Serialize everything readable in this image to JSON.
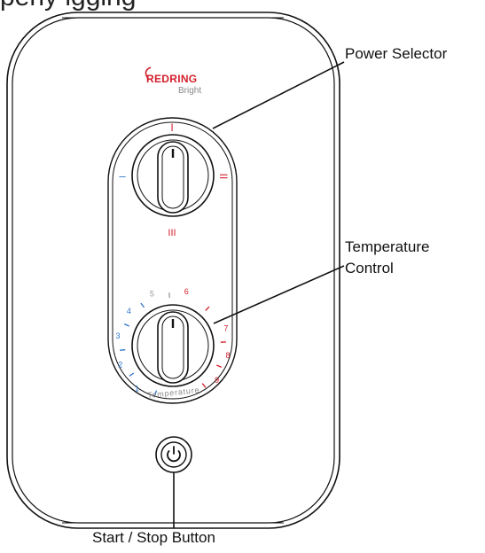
{
  "top_text_fragment": "perly igging",
  "brand": {
    "name": "REDRING",
    "model": "Bright",
    "brand_color": "#d31f2b"
  },
  "power_selector": {
    "positions": [
      {
        "label": "I",
        "position": "top",
        "color": "#d31f2b"
      },
      {
        "label": "II",
        "position": "right",
        "color": "#d31f2b"
      },
      {
        "label": "III",
        "position": "bottom",
        "color": "#d31f2b"
      },
      {
        "label": "–",
        "position": "left",
        "color": "#2b73c9"
      }
    ]
  },
  "temperature_control": {
    "caption": "Temperature",
    "scale": [
      {
        "label": "1",
        "color": "#2b73c9"
      },
      {
        "label": "2",
        "color": "#2b73c9"
      },
      {
        "label": "3",
        "color": "#2b73c9"
      },
      {
        "label": "4",
        "color": "#2b73c9"
      },
      {
        "label": "5",
        "color": "#9a9a9a"
      },
      {
        "label": "6",
        "color": "#d31f2b"
      },
      {
        "label": "7",
        "color": "#d31f2b"
      },
      {
        "label": "8",
        "color": "#d31f2b"
      },
      {
        "label": "9",
        "color": "#d31f2b"
      }
    ]
  },
  "start_stop": {
    "icon": "power-icon"
  },
  "callouts": {
    "power_selector": "Power Selector",
    "temperature_line1": "Temperature",
    "temperature_line2": "Control",
    "start_stop": "Start / Stop Button"
  },
  "colors": {
    "outline": "#111111",
    "accent_red": "#d31f2b",
    "accent_blue": "#2b73c9"
  }
}
